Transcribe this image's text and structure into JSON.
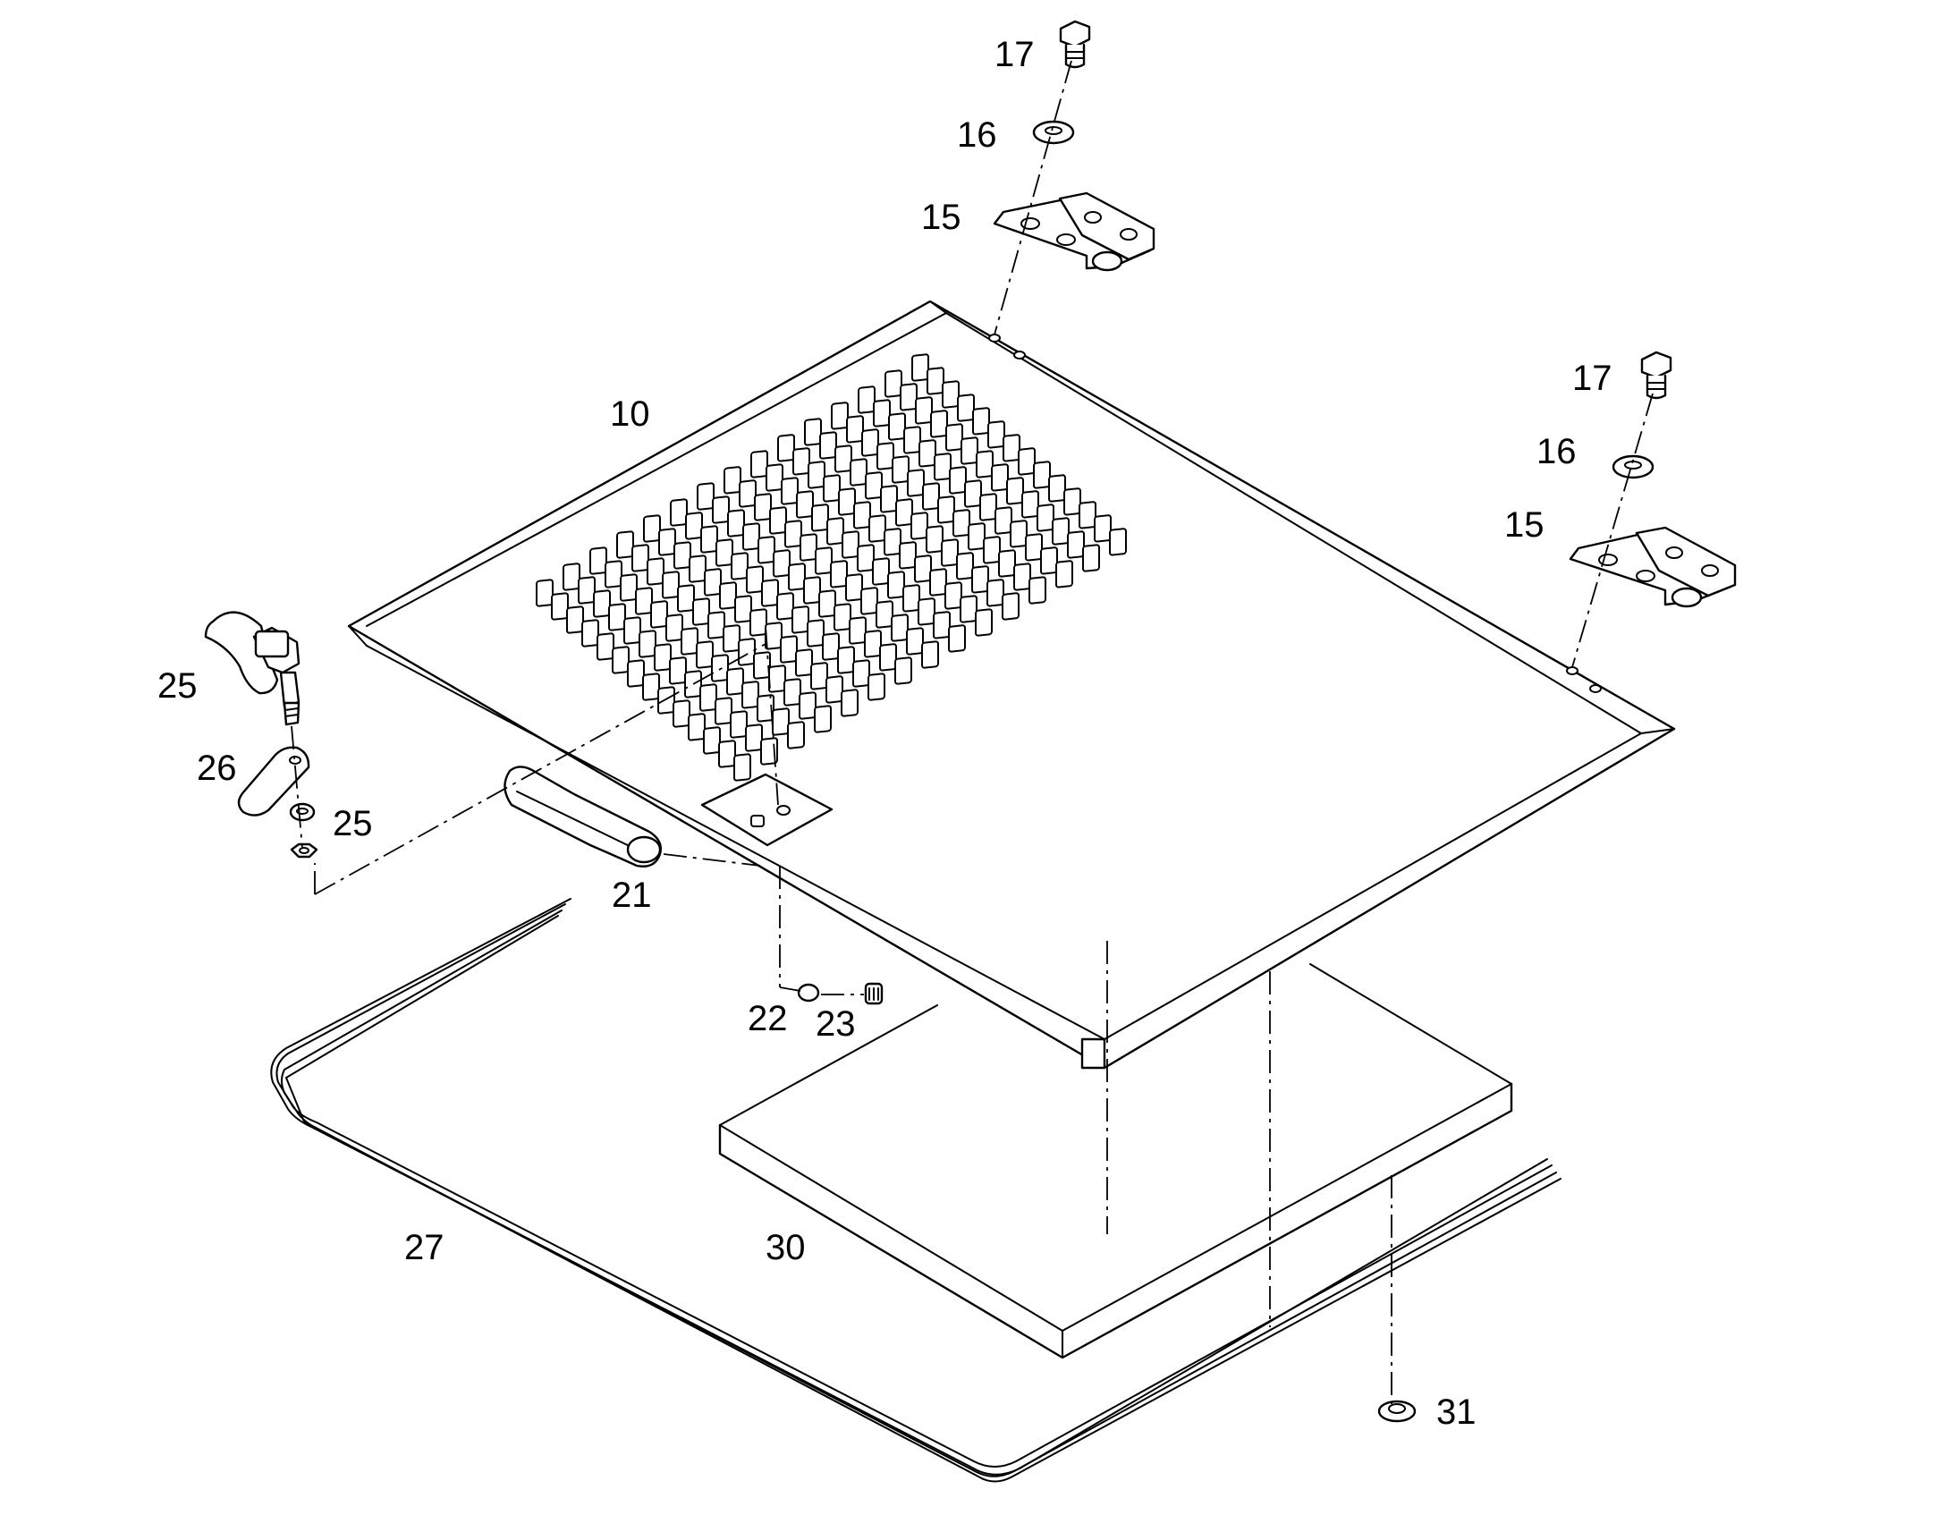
{
  "diagram": {
    "callouts": [
      {
        "id": "c17a",
        "label": "17"
      },
      {
        "id": "c16a",
        "label": "16"
      },
      {
        "id": "c15a",
        "label": "15"
      },
      {
        "id": "c17b",
        "label": "17"
      },
      {
        "id": "c16b",
        "label": "16"
      },
      {
        "id": "c15b",
        "label": "15"
      },
      {
        "id": "c10",
        "label": "10"
      },
      {
        "id": "c25a",
        "label": "25"
      },
      {
        "id": "c26",
        "label": "26"
      },
      {
        "id": "c25b",
        "label": "25"
      },
      {
        "id": "c21",
        "label": "21"
      },
      {
        "id": "c22",
        "label": "22"
      },
      {
        "id": "c23",
        "label": "23"
      },
      {
        "id": "c27",
        "label": "27"
      },
      {
        "id": "c30",
        "label": "30"
      },
      {
        "id": "c31",
        "label": "31"
      }
    ],
    "colors": {
      "line": "#000000",
      "fill": "#ffffff"
    }
  }
}
